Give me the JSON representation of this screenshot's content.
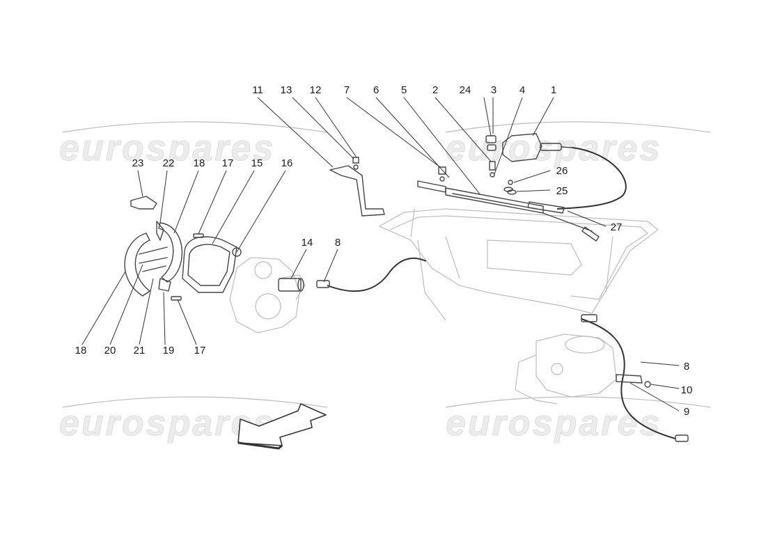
{
  "watermarks": [
    "eurospares",
    "eurospares",
    "eurospares",
    "eurospares"
  ],
  "callouts": [
    "11",
    "13",
    "12",
    "7",
    "6",
    "5",
    "2",
    "24",
    "3",
    "4",
    "1",
    "26",
    "25",
    "27",
    "23",
    "22",
    "18",
    "17",
    "15",
    "16",
    "14",
    "8",
    "18",
    "20",
    "21",
    "19",
    "17",
    "8",
    "10",
    "9"
  ],
  "icons": {
    "direction_arrow": "front-direction-arrow-icon"
  }
}
